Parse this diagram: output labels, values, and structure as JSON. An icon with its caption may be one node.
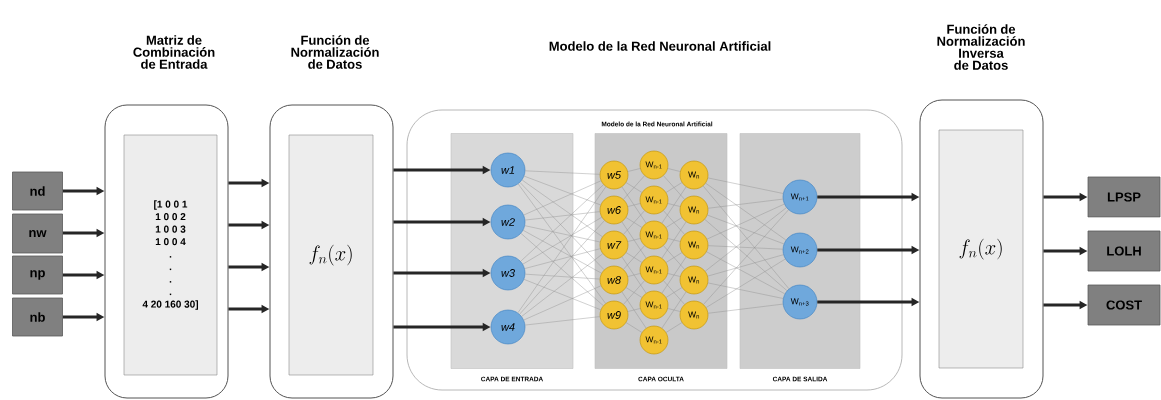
{
  "diagram": {
    "nodes": [
      {
        "text": [
          "nd"
        ]
      },
      {
        "text": [
          "nw"
        ]
      },
      {
        "text": [
          "np"
        ]
      },
      {
        "text": [
          "nb"
        ]
      },
      {
        "text": [
          "Matriz de Combinación de Entrada"
        ]
      },
      {
        "text": [
          "[1 0 0 1",
          "1 0 0 2",
          "1 0 0 3",
          "1 0 0 4",
          ".",
          ".",
          ".",
          ".",
          "4 20 160 30]"
        ],
        "in": 4
      },
      {
        "text": [
          "Función de Normalización de Datos"
        ]
      },
      {
        "text": [
          "f_n(x)"
        ],
        "in": 6
      },
      {
        "text": [
          "Modelo de la Red Neuronal Artificial",
          "Modelo de la Red Neuronal Artificial"
        ]
      },
      {
        "text": [
          "CAPA DE ENTRADA"
        ],
        "in": 8
      },
      {
        "text": [
          "w1"
        ],
        "in": 9
      },
      {
        "text": [
          "w2"
        ],
        "in": 9
      },
      {
        "text": [
          "w3"
        ],
        "in": 9
      },
      {
        "text": [
          "w4"
        ],
        "in": 9
      },
      {
        "text": [
          "CAPA OCULTA"
        ],
        "in": 8
      },
      {
        "text": [
          "w5"
        ],
        "in": 14
      },
      {
        "text": [
          "w6"
        ],
        "in": 14
      },
      {
        "text": [
          "w7"
        ],
        "in": 14
      },
      {
        "text": [
          "w8"
        ],
        "in": 14
      },
      {
        "text": [
          "w9"
        ],
        "in": 14
      },
      {
        "text": [
          "W$_{n-1}$"
        ],
        "in": 14
      },
      {
        "text": [
          "W$_{n-1}$"
        ],
        "in": 14
      },
      {
        "text": [
          "W$_{n-1}$"
        ],
        "in": 14
      },
      {
        "text": [
          "W$_{n-1}$"
        ],
        "in": 14
      },
      {
        "text": [
          "W$_{n-1}$"
        ],
        "in": 14
      },
      {
        "text": [
          "W$_{n-1}$"
        ],
        "in": 14
      },
      {
        "text": [
          "W$_{n}$"
        ],
        "in": 14
      },
      {
        "text": [
          "W$_{n}$"
        ],
        "in": 14
      },
      {
        "text": [
          "W$_{n}$"
        ],
        "in": 14
      },
      {
        "text": [
          "W$_{n}$"
        ],
        "in": 14
      },
      {
        "text": [
          "W$_{n}$"
        ],
        "in": 14
      },
      {
        "text": [
          "CAPA DE SALIDA"
        ],
        "in": 8
      },
      {
        "text": [
          "W$_{n+1}$"
        ],
        "in": 31
      },
      {
        "text": [
          "W$_{n+2}$"
        ],
        "in": 31
      },
      {
        "text": [
          "W$_{n+3}$"
        ],
        "in": 31
      },
      {
        "text": [
          "Función de Normalización Inversa de Datos"
        ]
      },
      {
        "text": [
          "f_n(x)"
        ],
        "in": 35
      },
      {
        "text": [
          "LPSP"
        ]
      },
      {
        "text": [
          "LOLH"
        ]
      },
      {
        "text": [
          "COST"
        ]
      }
    ],
    "edges": [
      {
        "from": 0,
        "to": 4,
        "arrow": "to",
        "style": "thick",
        "color": "#262626"
      },
      {
        "from": 1,
        "to": 4,
        "arrow": "to",
        "style": "thick",
        "color": "#262626"
      },
      {
        "from": 2,
        "to": 4,
        "arrow": "to",
        "style": "thick",
        "color": "#262626"
      },
      {
        "from": 3,
        "to": 4,
        "arrow": "to",
        "style": "thick",
        "color": "#262626"
      },
      {
        "from": 4,
        "to": 6,
        "arrow": "to",
        "style": "thick",
        "color": "#262626"
      },
      {
        "from": 4,
        "to": 6,
        "arrow": "to",
        "style": "thick",
        "color": "#262626"
      },
      {
        "from": 4,
        "to": 6,
        "arrow": "to",
        "style": "thick",
        "color": "#262626"
      },
      {
        "from": 4,
        "to": 6,
        "arrow": "to",
        "style": "thick",
        "color": "#262626"
      },
      {
        "from": 6,
        "to": 10,
        "arrow": "to",
        "style": "thick",
        "color": "#262626"
      },
      {
        "from": 6,
        "to": 11,
        "arrow": "to",
        "style": "thick",
        "color": "#262626"
      },
      {
        "from": 6,
        "to": 12,
        "arrow": "to",
        "style": "thick",
        "color": "#262626"
      },
      {
        "from": 6,
        "to": 13,
        "arrow": "to",
        "style": "thick",
        "color": "#262626"
      },
      {
        "from": 10,
        "to": 15,
        "arrow": "none"
      },
      {
        "from": 10,
        "to": 16,
        "arrow": "none"
      },
      {
        "from": 10,
        "to": 17,
        "arrow": "none"
      },
      {
        "from": 10,
        "to": 18,
        "arrow": "none"
      },
      {
        "from": 10,
        "to": 19,
        "arrow": "none"
      },
      {
        "from": 11,
        "to": 15,
        "arrow": "none"
      },
      {
        "from": 11,
        "to": 16,
        "arrow": "none"
      },
      {
        "from": 11,
        "to": 17,
        "arrow": "none"
      },
      {
        "from": 11,
        "to": 18,
        "arrow": "none"
      },
      {
        "from": 11,
        "to": 19,
        "arrow": "none"
      },
      {
        "from": 12,
        "to": 15,
        "arrow": "none"
      },
      {
        "from": 12,
        "to": 16,
        "arrow": "none"
      },
      {
        "from": 12,
        "to": 17,
        "arrow": "none"
      },
      {
        "from": 12,
        "to": 18,
        "arrow": "none"
      },
      {
        "from": 12,
        "to": 19,
        "arrow": "none"
      },
      {
        "from": 13,
        "to": 15,
        "arrow": "none"
      },
      {
        "from": 13,
        "to": 16,
        "arrow": "none"
      },
      {
        "from": 13,
        "to": 17,
        "arrow": "none"
      },
      {
        "from": 13,
        "to": 18,
        "arrow": "none"
      },
      {
        "from": 13,
        "to": 19,
        "arrow": "none"
      },
      {
        "from": 15,
        "to": 20,
        "arrow": "none"
      },
      {
        "from": 15,
        "to": 21,
        "arrow": "none"
      },
      {
        "from": 15,
        "to": 22,
        "arrow": "none"
      },
      {
        "from": 16,
        "to": 20,
        "arrow": "none"
      },
      {
        "from": 16,
        "to": 21,
        "arrow": "none"
      },
      {
        "from": 16,
        "to": 22,
        "arrow": "none"
      },
      {
        "from": 16,
        "to": 23,
        "arrow": "none"
      },
      {
        "from": 17,
        "to": 21,
        "arrow": "none"
      },
      {
        "from": 17,
        "to": 22,
        "arrow": "none"
      },
      {
        "from": 17,
        "to": 23,
        "arrow": "none"
      },
      {
        "from": 17,
        "to": 24,
        "arrow": "none"
      },
      {
        "from": 18,
        "to": 22,
        "arrow": "none"
      },
      {
        "from": 18,
        "to": 23,
        "arrow": "none"
      },
      {
        "from": 18,
        "to": 24,
        "arrow": "none"
      },
      {
        "from": 18,
        "to": 25,
        "arrow": "none"
      },
      {
        "from": 19,
        "to": 23,
        "arrow": "none"
      },
      {
        "from": 19,
        "to": 24,
        "arrow": "none"
      },
      {
        "from": 19,
        "to": 25,
        "arrow": "none"
      },
      {
        "from": 20,
        "to": 26,
        "arrow": "none"
      },
      {
        "from": 20,
        "to": 27,
        "arrow": "none"
      },
      {
        "from": 21,
        "to": 26,
        "arrow": "none"
      },
      {
        "from": 21,
        "to": 27,
        "arrow": "none"
      },
      {
        "from": 21,
        "to": 28,
        "arrow": "none"
      },
      {
        "from": 22,
        "to": 26,
        "arrow": "none"
      },
      {
        "from": 22,
        "to": 27,
        "arrow": "none"
      },
      {
        "from": 22,
        "to": 28,
        "arrow": "none"
      },
      {
        "from": 22,
        "to": 29,
        "arrow": "none"
      },
      {
        "from": 23,
        "to": 27,
        "arrow": "none"
      },
      {
        "from": 23,
        "to": 28,
        "arrow": "none"
      },
      {
        "from": 23,
        "to": 29,
        "arrow": "none"
      },
      {
        "from": 23,
        "to": 30,
        "arrow": "none"
      },
      {
        "from": 24,
        "to": 28,
        "arrow": "none"
      },
      {
        "from": 24,
        "to": 29,
        "arrow": "none"
      },
      {
        "from": 24,
        "to": 30,
        "arrow": "none"
      },
      {
        "from": 25,
        "to": 29,
        "arrow": "none"
      },
      {
        "from": 25,
        "to": 30,
        "arrow": "none"
      },
      {
        "from": 26,
        "to": 32,
        "arrow": "none"
      },
      {
        "from": 26,
        "to": 33,
        "arrow": "none"
      },
      {
        "from": 26,
        "to": 34,
        "arrow": "none"
      },
      {
        "from": 27,
        "to": 32,
        "arrow": "none"
      },
      {
        "from": 27,
        "to": 33,
        "arrow": "none"
      },
      {
        "from": 27,
        "to": 34,
        "arrow": "none"
      },
      {
        "from": 28,
        "to": 32,
        "arrow": "none"
      },
      {
        "from": 28,
        "to": 33,
        "arrow": "none"
      },
      {
        "from": 28,
        "to": 34,
        "arrow": "none"
      },
      {
        "from": 29,
        "to": 32,
        "arrow": "none"
      },
      {
        "from": 29,
        "to": 33,
        "arrow": "none"
      },
      {
        "from": 29,
        "to": 34,
        "arrow": "none"
      },
      {
        "from": 30,
        "to": 32,
        "arrow": "none"
      },
      {
        "from": 30,
        "to": 33,
        "arrow": "none"
      },
      {
        "from": 30,
        "to": 34,
        "arrow": "none"
      },
      {
        "from": 32,
        "to": 35,
        "arrow": "to",
        "style": "thick",
        "color": "#262626"
      },
      {
        "from": 33,
        "to": 35,
        "arrow": "to",
        "style": "thick",
        "color": "#262626"
      },
      {
        "from": 34,
        "to": 35,
        "arrow": "to",
        "style": "thick",
        "color": "#262626"
      },
      {
        "from": 35,
        "to": 37,
        "arrow": "to",
        "style": "thick",
        "color": "#262626"
      },
      {
        "from": 35,
        "to": 38,
        "arrow": "to",
        "style": "thick",
        "color": "#262626"
      },
      {
        "from": 35,
        "to": 39,
        "arrow": "to",
        "style": "thick",
        "color": "#262626"
      }
    ]
  }
}
